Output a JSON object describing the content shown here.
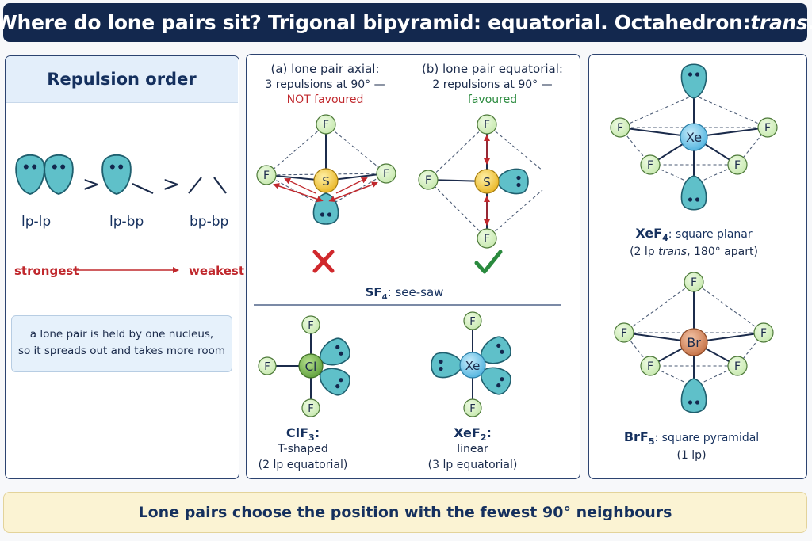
{
  "title": {
    "main": "Where do lone pairs sit? Trigonal bipyramid: equatorial. Octahedron: ",
    "trans": "trans",
    "end": "."
  },
  "left": {
    "heading": "Repulsion order",
    "labels": [
      "lp-lp",
      "lp-bp",
      "bp-bp"
    ],
    "gt": ">",
    "strongest": "strongest",
    "weakest": "weakest",
    "note_line1": "a lone pair is held by one nucleus,",
    "note_line2": "so it spreads out and takes more room"
  },
  "atoms": {
    "F": "F",
    "S": "S",
    "Cl": "Cl",
    "Xe": "Xe",
    "Br": "Br"
  },
  "mid": {
    "a_line1": "(a) lone pair axial:",
    "a_line2": "3 repulsions at 90° —",
    "a_line3": "NOT favoured",
    "b_line1": "(b) lone pair equatorial:",
    "b_line2": "2 repulsions at 90° —",
    "b_line3": "favoured",
    "sf4_formula": "SF",
    "sf4_sub": "4",
    "sf4_shape": ": see-saw",
    "clf3_formula": "ClF",
    "clf3_sub": "3",
    "clf3_colon": ":",
    "clf3_shape": "T-shaped",
    "clf3_lp": "(2 lp equatorial)",
    "xef2_formula": "XeF",
    "xef2_sub": "2",
    "xef2_colon": ":",
    "xef2_shape": "linear",
    "xef2_lp": "(3 lp equatorial)"
  },
  "right": {
    "xef4_formula": "XeF",
    "xef4_sub": "4",
    "xef4_shape": ": square planar",
    "xef4_lp_a": "(2 lp ",
    "xef4_lp_trans": "trans",
    "xef4_lp_b": ", 180° apart)",
    "brf5_formula": "BrF",
    "brf5_sub": "5",
    "brf5_shape": ": square pyramidal",
    "brf5_lp": "(1 lp)"
  },
  "footer": "Lone pairs choose the position with the fewest 90° neighbours",
  "colors": {
    "navy": "#13284e",
    "lobe": "#5fc0c9",
    "fluorine": "#d6f0c4",
    "sulfur": "#f5c93a",
    "chlorine": "#7cbb55",
    "xenon": "#6cc3e8",
    "bromine": "#d98a62",
    "red": "#c0282d",
    "green": "#2a8a3e"
  }
}
